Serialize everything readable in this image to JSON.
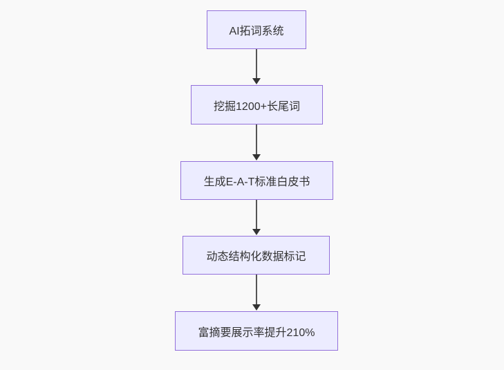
{
  "diagram": {
    "type": "flowchart-top-down",
    "colors": {
      "canvas_background": "#f9f9f9",
      "node_fill": "#ececff",
      "node_border": "#9370db",
      "node_text": "#333333",
      "arrow_line": "#555555",
      "arrow_head": "#333333"
    },
    "nodes": [
      {
        "label": "AI拓词系统"
      },
      {
        "label": "挖掘1200+长尾词"
      },
      {
        "label": "生成E-A-T标准白皮书"
      },
      {
        "label": "动态结构化数据标记"
      },
      {
        "label": "富摘要展示率提升210%"
      }
    ],
    "edges": [
      {
        "from": 0,
        "to": 1,
        "direction": "down"
      },
      {
        "from": 1,
        "to": 2,
        "direction": "down"
      },
      {
        "from": 2,
        "to": 3,
        "direction": "down"
      },
      {
        "from": 3,
        "to": 4,
        "direction": "down"
      }
    ]
  }
}
